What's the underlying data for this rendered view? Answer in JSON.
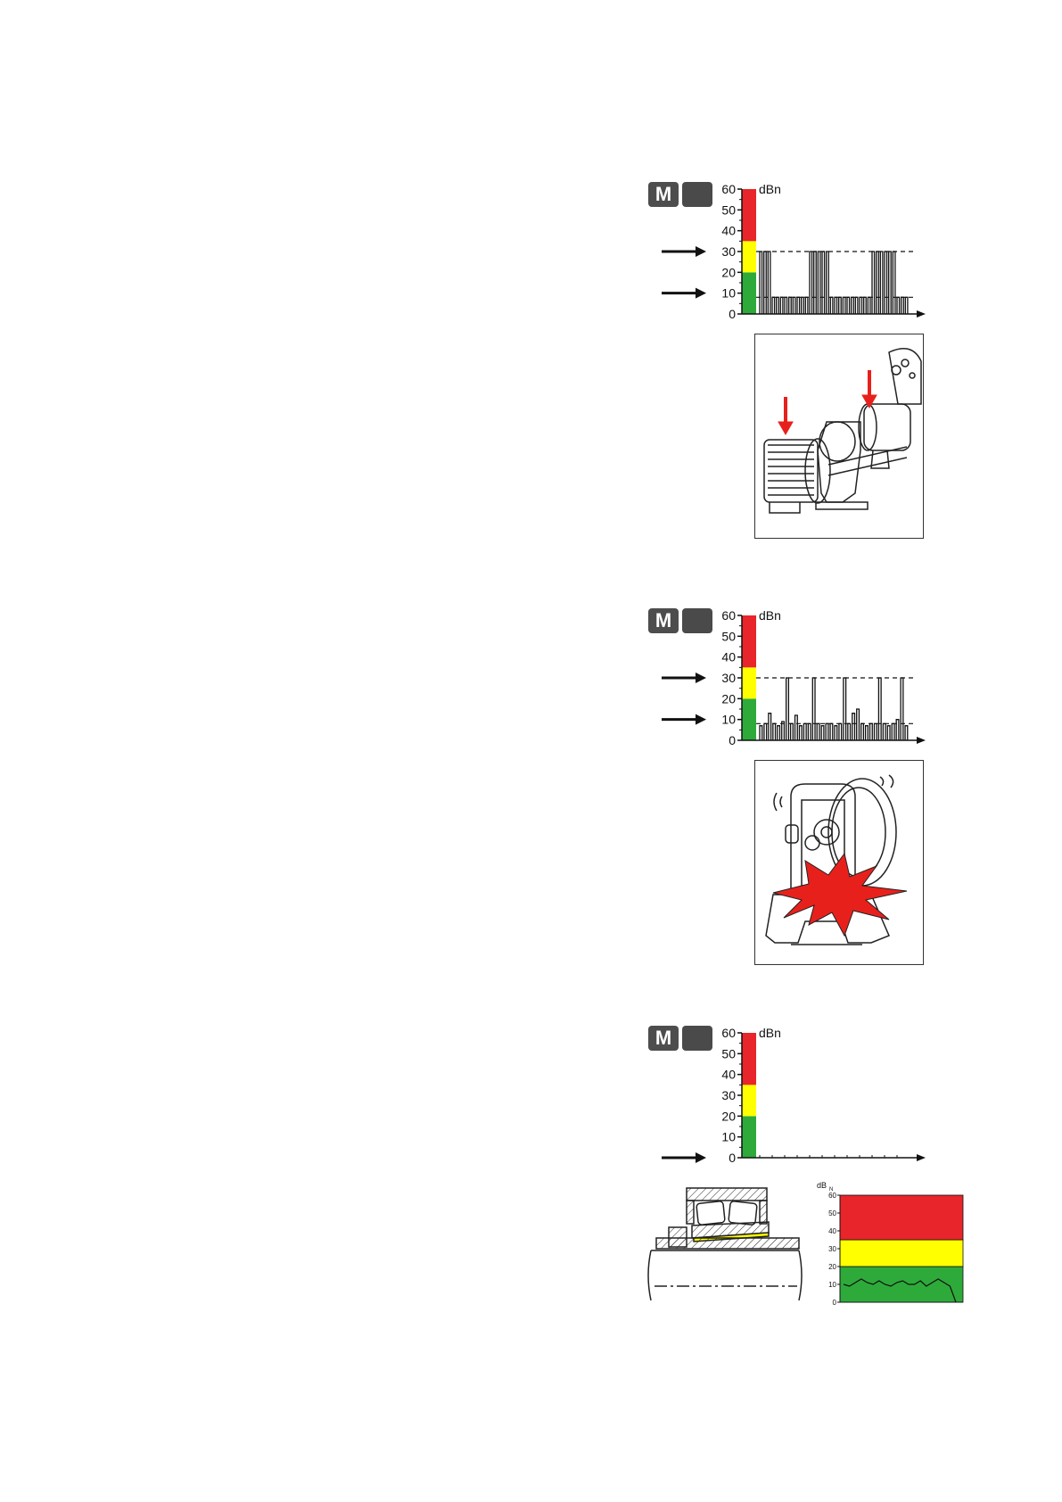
{
  "panels": [
    {
      "button_label": "M",
      "chart_data": {
        "type": "bar",
        "ylabel": "dBn",
        "yticks": [
          0,
          10,
          20,
          30,
          40,
          50,
          60
        ],
        "ylim": [
          0,
          60
        ],
        "zones": [
          {
            "from": 0,
            "to": 20,
            "color": "#2eaa3a"
          },
          {
            "from": 20,
            "to": 35,
            "color": "#ffff00"
          },
          {
            "from": 35,
            "to": 60,
            "color": "#e8252a"
          }
        ],
        "reference_lines": [
          30,
          8
        ],
        "arrows_at": [
          30,
          10
        ],
        "values": [
          30,
          30,
          30,
          8,
          8,
          8,
          8,
          8,
          8,
          8,
          8,
          8,
          30,
          30,
          30,
          30,
          30,
          8,
          8,
          8,
          8,
          8,
          8,
          8,
          8,
          8,
          8,
          30,
          30,
          30,
          30,
          30,
          30,
          8,
          8,
          8
        ]
      }
    },
    {
      "button_label": "M",
      "chart_data": {
        "type": "bar",
        "ylabel": "dBn",
        "yticks": [
          0,
          10,
          20,
          30,
          40,
          50,
          60
        ],
        "ylim": [
          0,
          60
        ],
        "zones": [
          {
            "from": 0,
            "to": 20,
            "color": "#2eaa3a"
          },
          {
            "from": 20,
            "to": 35,
            "color": "#ffff00"
          },
          {
            "from": 35,
            "to": 60,
            "color": "#e8252a"
          }
        ],
        "reference_lines": [
          30,
          8
        ],
        "arrows_at": [
          30,
          10
        ],
        "values": [
          7,
          8,
          13,
          8,
          7,
          9,
          30,
          8,
          12,
          7,
          8,
          8,
          30,
          8,
          7,
          8,
          8,
          7,
          8,
          30,
          8,
          13,
          15,
          8,
          7,
          8,
          8,
          30,
          8,
          7,
          8,
          10,
          30,
          7
        ]
      }
    },
    {
      "button_label": "M",
      "chart_data": {
        "type": "bar",
        "ylabel": "dBn",
        "yticks": [
          0,
          10,
          20,
          30,
          40,
          50,
          60
        ],
        "ylim": [
          0,
          60
        ],
        "zones": [
          {
            "from": 0,
            "to": 20,
            "color": "#2eaa3a"
          },
          {
            "from": 20,
            "to": 35,
            "color": "#ffff00"
          },
          {
            "from": 35,
            "to": 60,
            "color": "#e8252a"
          }
        ],
        "reference_lines": [],
        "arrows_at": [
          0
        ],
        "values": [
          0,
          0,
          0,
          0,
          0,
          0,
          0,
          0,
          0,
          0,
          0,
          0
        ]
      },
      "mini_chart": {
        "ylabel": "dB",
        "ylabel_sub": "N",
        "yticks": [
          0,
          10,
          20,
          30,
          40,
          50,
          60
        ],
        "ylim": [
          0,
          60
        ],
        "values": [
          10,
          9,
          11,
          13,
          11,
          10,
          12,
          10,
          9,
          11,
          12,
          10,
          10,
          12,
          9,
          11,
          13,
          11,
          9,
          0
        ]
      }
    }
  ],
  "colors": {
    "red": "#e8252a",
    "yellow": "#ffff00",
    "green": "#2eaa3a",
    "button": "#4d4d4d",
    "arrow_red": "#e8201c"
  }
}
